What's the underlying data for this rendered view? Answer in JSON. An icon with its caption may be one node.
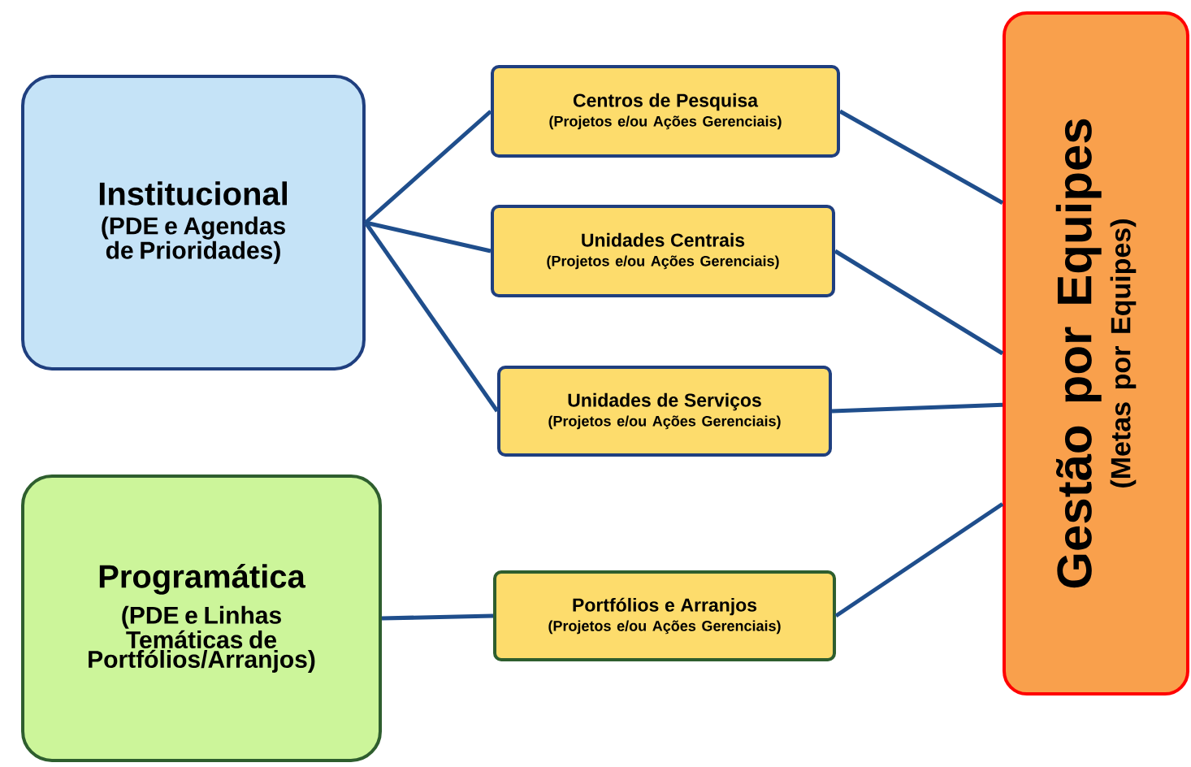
{
  "diagram": {
    "nodes": [
      {
        "text": [
          "Institucional",
          "(PDE e Agendas de Prioridades)"
        ]
      },
      {
        "text": [
          "Programática",
          "(PDE e Linhas Temáticas de Portfólios/Arranjos)"
        ]
      },
      {
        "text": [
          "Centros de Pesquisa",
          "(Projetos  e/ou Ações Gerenciais)"
        ]
      },
      {
        "text": [
          "Unidades Centrais",
          "(Projetos  e/ou Ações Gerenciais)"
        ]
      },
      {
        "text": [
          "Unidades de Serviços",
          "(Projetos e/ou Ações Gerenciais)"
        ]
      },
      {
        "text": [
          "Portfólios e Arranjos",
          "(Projetos e/ou Ações  Gerenciais)"
        ]
      },
      {
        "text": [
          "Gestão por Equipes",
          "(Metas por Equipes)"
        ]
      }
    ],
    "edges": [
      {
        "from": 0,
        "to": 2,
        "arrow": "none"
      },
      {
        "from": 0,
        "to": 3,
        "arrow": "none"
      },
      {
        "from": 0,
        "to": 4,
        "arrow": "none"
      },
      {
        "from": 1,
        "to": 5,
        "arrow": "none"
      },
      {
        "from": 2,
        "to": 6,
        "arrow": "none"
      },
      {
        "from": 3,
        "to": 6,
        "arrow": "none"
      },
      {
        "from": 4,
        "to": 6,
        "arrow": "none"
      },
      {
        "from": 5,
        "to": 6,
        "arrow": "none"
      }
    ]
  }
}
